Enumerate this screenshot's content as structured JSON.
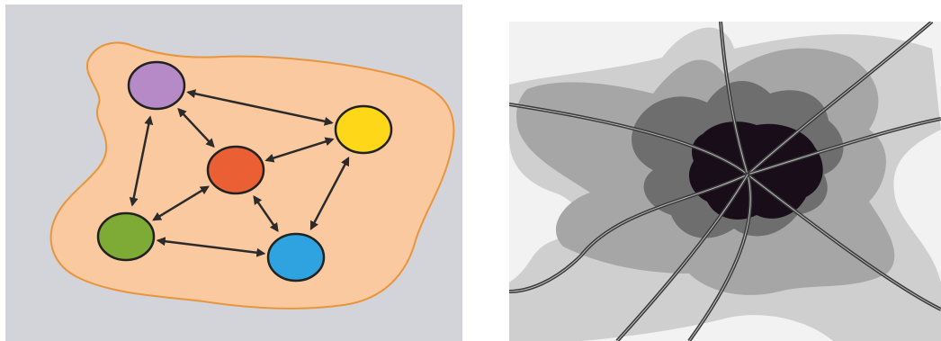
{
  "figure": {
    "left_panel": {
      "background_color": "#d2d4d9",
      "blob_fill": "#fac99f",
      "blob_stroke": "#e8953e",
      "arrow_color": "#2b2b2b",
      "nodes": [
        {
          "id": "purple",
          "color": "#b58ac6"
        },
        {
          "id": "yellow",
          "color": "#fdd718"
        },
        {
          "id": "red",
          "color": "#ea5f34"
        },
        {
          "id": "green",
          "color": "#7dab35"
        },
        {
          "id": "blue",
          "color": "#2ea3df"
        }
      ],
      "links": [
        [
          "purple",
          "yellow"
        ],
        [
          "purple",
          "red"
        ],
        [
          "purple",
          "green"
        ],
        [
          "yellow",
          "red"
        ],
        [
          "yellow",
          "blue"
        ],
        [
          "red",
          "green"
        ],
        [
          "red",
          "blue"
        ],
        [
          "green",
          "blue"
        ]
      ]
    },
    "right_panel": {
      "background_color": "#f2f2f2",
      "shade_colors": [
        "#cfcfcf",
        "#a6a6a6",
        "#6e6e6e",
        "#1a0d1a"
      ],
      "road_color": "#3a3a3a",
      "road_count": 8
    }
  }
}
